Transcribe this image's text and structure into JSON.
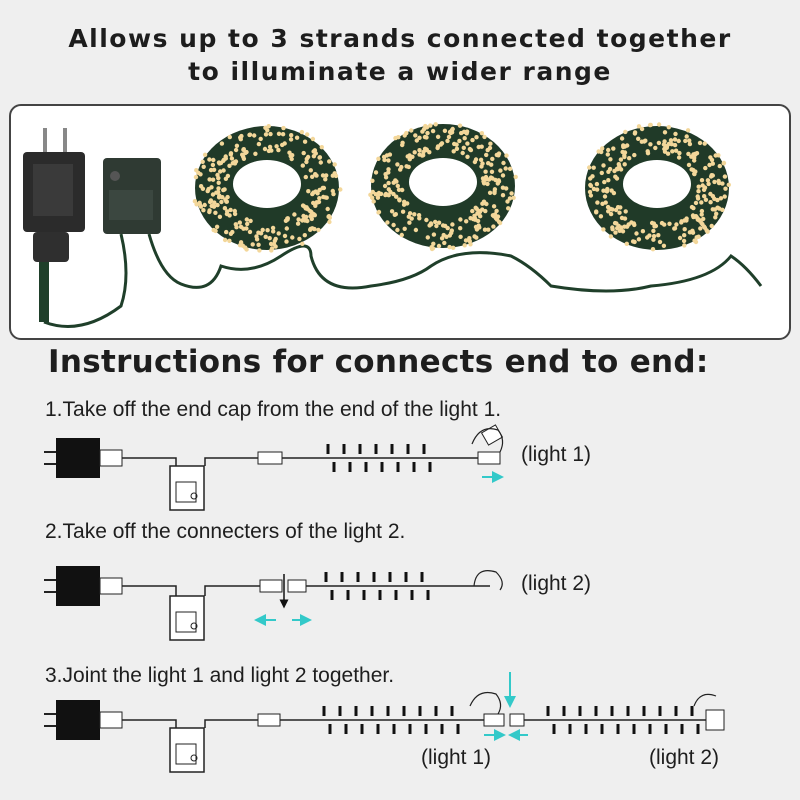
{
  "header": {
    "line1": "Allows up to 3 strands connected together",
    "line2": "to illuminate a wider range"
  },
  "photo": {
    "items": [
      "power-adapter",
      "controller-box",
      "light-strand-1",
      "light-strand-2",
      "light-strand-3"
    ]
  },
  "instructions": {
    "title": "Instructions for connects end to end:",
    "step1": "1.Take off the end cap from the end of the light 1.",
    "step2": "2.Take off the connecters of the light 2.",
    "step3": "3.Joint the light 1 and light 2 together."
  },
  "labels": {
    "light1_step1": "(light 1)",
    "light2_step2": "(light 2)",
    "light1_step3": "(light 1)",
    "light2_step3": "(light 2)"
  },
  "colors": {
    "wire": "#1f3f2a",
    "bulb_warm": "#f3d79a",
    "arrow": "#33c9c9",
    "diagram_line": "#222222"
  }
}
